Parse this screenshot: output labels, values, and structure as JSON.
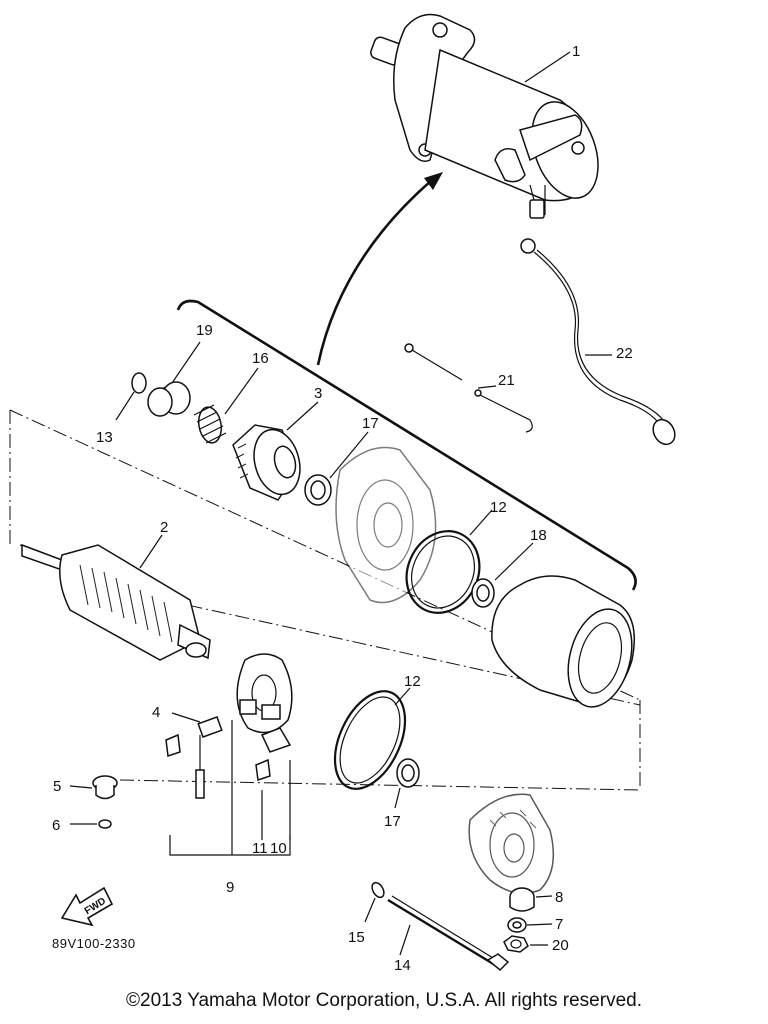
{
  "callouts": {
    "c1": "1",
    "c2": "2",
    "c3": "3",
    "c4": "4",
    "c5": "5",
    "c6": "6",
    "c7": "7",
    "c8": "8",
    "c9": "9",
    "c10": "10",
    "c11": "11",
    "c12a": "12",
    "c12b": "12",
    "c13": "13",
    "c14": "14",
    "c15": "15",
    "c16": "16",
    "c17a": "17",
    "c17b": "17",
    "c18": "18",
    "c19": "19",
    "c20": "20",
    "c21": "21",
    "c22": "22"
  },
  "fwd_label": "FWD",
  "diagram_code": "89V100-2330",
  "copyright": "©2013 Yamaha Motor Corporation, U.S.A. All rights reserved."
}
